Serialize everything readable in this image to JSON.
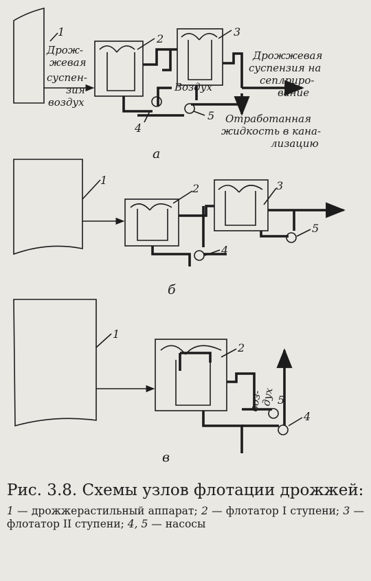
{
  "figure": {
    "caption_number": "Рис. 3.8.",
    "caption_title": "Схемы узлов флотации дрожжей:",
    "legend": [
      {
        "num": "1",
        "text": "дрожжерастильный аппарат;"
      },
      {
        "num": "2",
        "text": "флотатор I ступени;"
      },
      {
        "num": "3",
        "text": "флотатор II ступени;"
      },
      {
        "num": "4, 5",
        "text": "насосы"
      }
    ]
  },
  "scheme_a": {
    "sublabel": "а",
    "labels": {
      "n1": "1",
      "n2": "2",
      "n3": "3",
      "n4": "4",
      "n5": "5",
      "yeast_1": "Дрож-",
      "yeast_2": "жевая",
      "susp_1": "суспен-",
      "susp_2": "зия",
      "air_in": "воздух",
      "air": "Воздух",
      "out_top_1": "Дрожжевая",
      "out_top_2": "суспензия на",
      "out_top_3": "сеплриро-",
      "out_top_4": "вание",
      "waste_1": "Отработанная",
      "waste_2": "жидкость в кана-",
      "waste_3": "лизацию"
    }
  },
  "scheme_b": {
    "sublabel": "б",
    "labels": {
      "n1": "1",
      "n2": "2",
      "n3": "3",
      "n4": "4",
      "n5": "5"
    }
  },
  "scheme_c": {
    "sublabel": "в",
    "labels": {
      "n1": "1",
      "n2": "2",
      "n4": "4",
      "n5": "5",
      "air_1": "воз-",
      "air_2": "дух"
    }
  }
}
